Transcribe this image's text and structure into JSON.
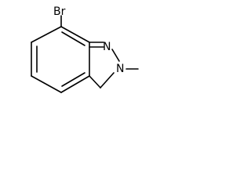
{
  "molecule": {
    "atoms": {
      "bromine": "Br",
      "nitrogen_1": "N",
      "nitrogen_2": "N"
    },
    "colors": {
      "bond": "#000000",
      "text": "#000000",
      "background": "#ffffff"
    }
  }
}
